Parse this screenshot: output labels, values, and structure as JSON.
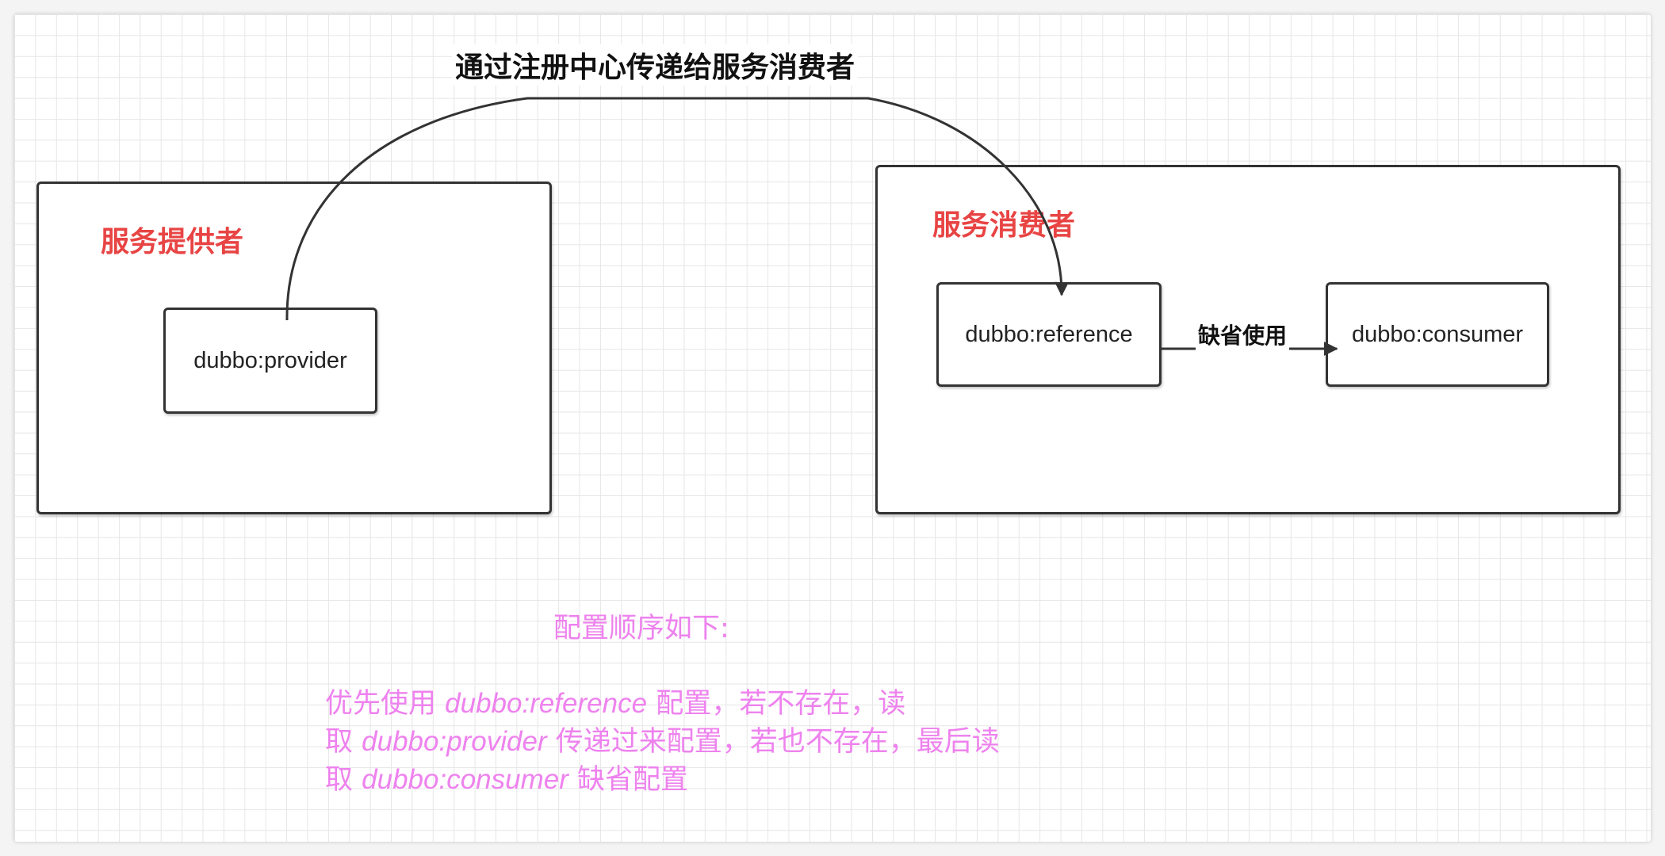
{
  "provider_group": {
    "title": "服务提供者",
    "node_label": "dubbo:provider"
  },
  "consumer_group": {
    "title": "服务消费者",
    "reference_label": "dubbo:reference",
    "consumer_label": "dubbo:consumer"
  },
  "edges": {
    "registry_label": "通过注册中心传递给服务消费者",
    "default_label": "缺省使用"
  },
  "note": {
    "title": "配置顺序如下:",
    "line1_prefix": "优先使用 ",
    "line1_code": "dubbo:reference",
    "line1_suffix": " 配置，若不存在，读",
    "line2_prefix": "取 ",
    "line2_code": "dubbo:provider",
    "line2_suffix": " 传递过来配置，若也不存在，最后读",
    "line3_prefix": "取 ",
    "line3_code": "dubbo:consumer",
    "line3_suffix": " 缺省配置"
  },
  "colors": {
    "group_title": "#e84444",
    "note_text": "#ee82ee",
    "stroke": "#333333"
  }
}
